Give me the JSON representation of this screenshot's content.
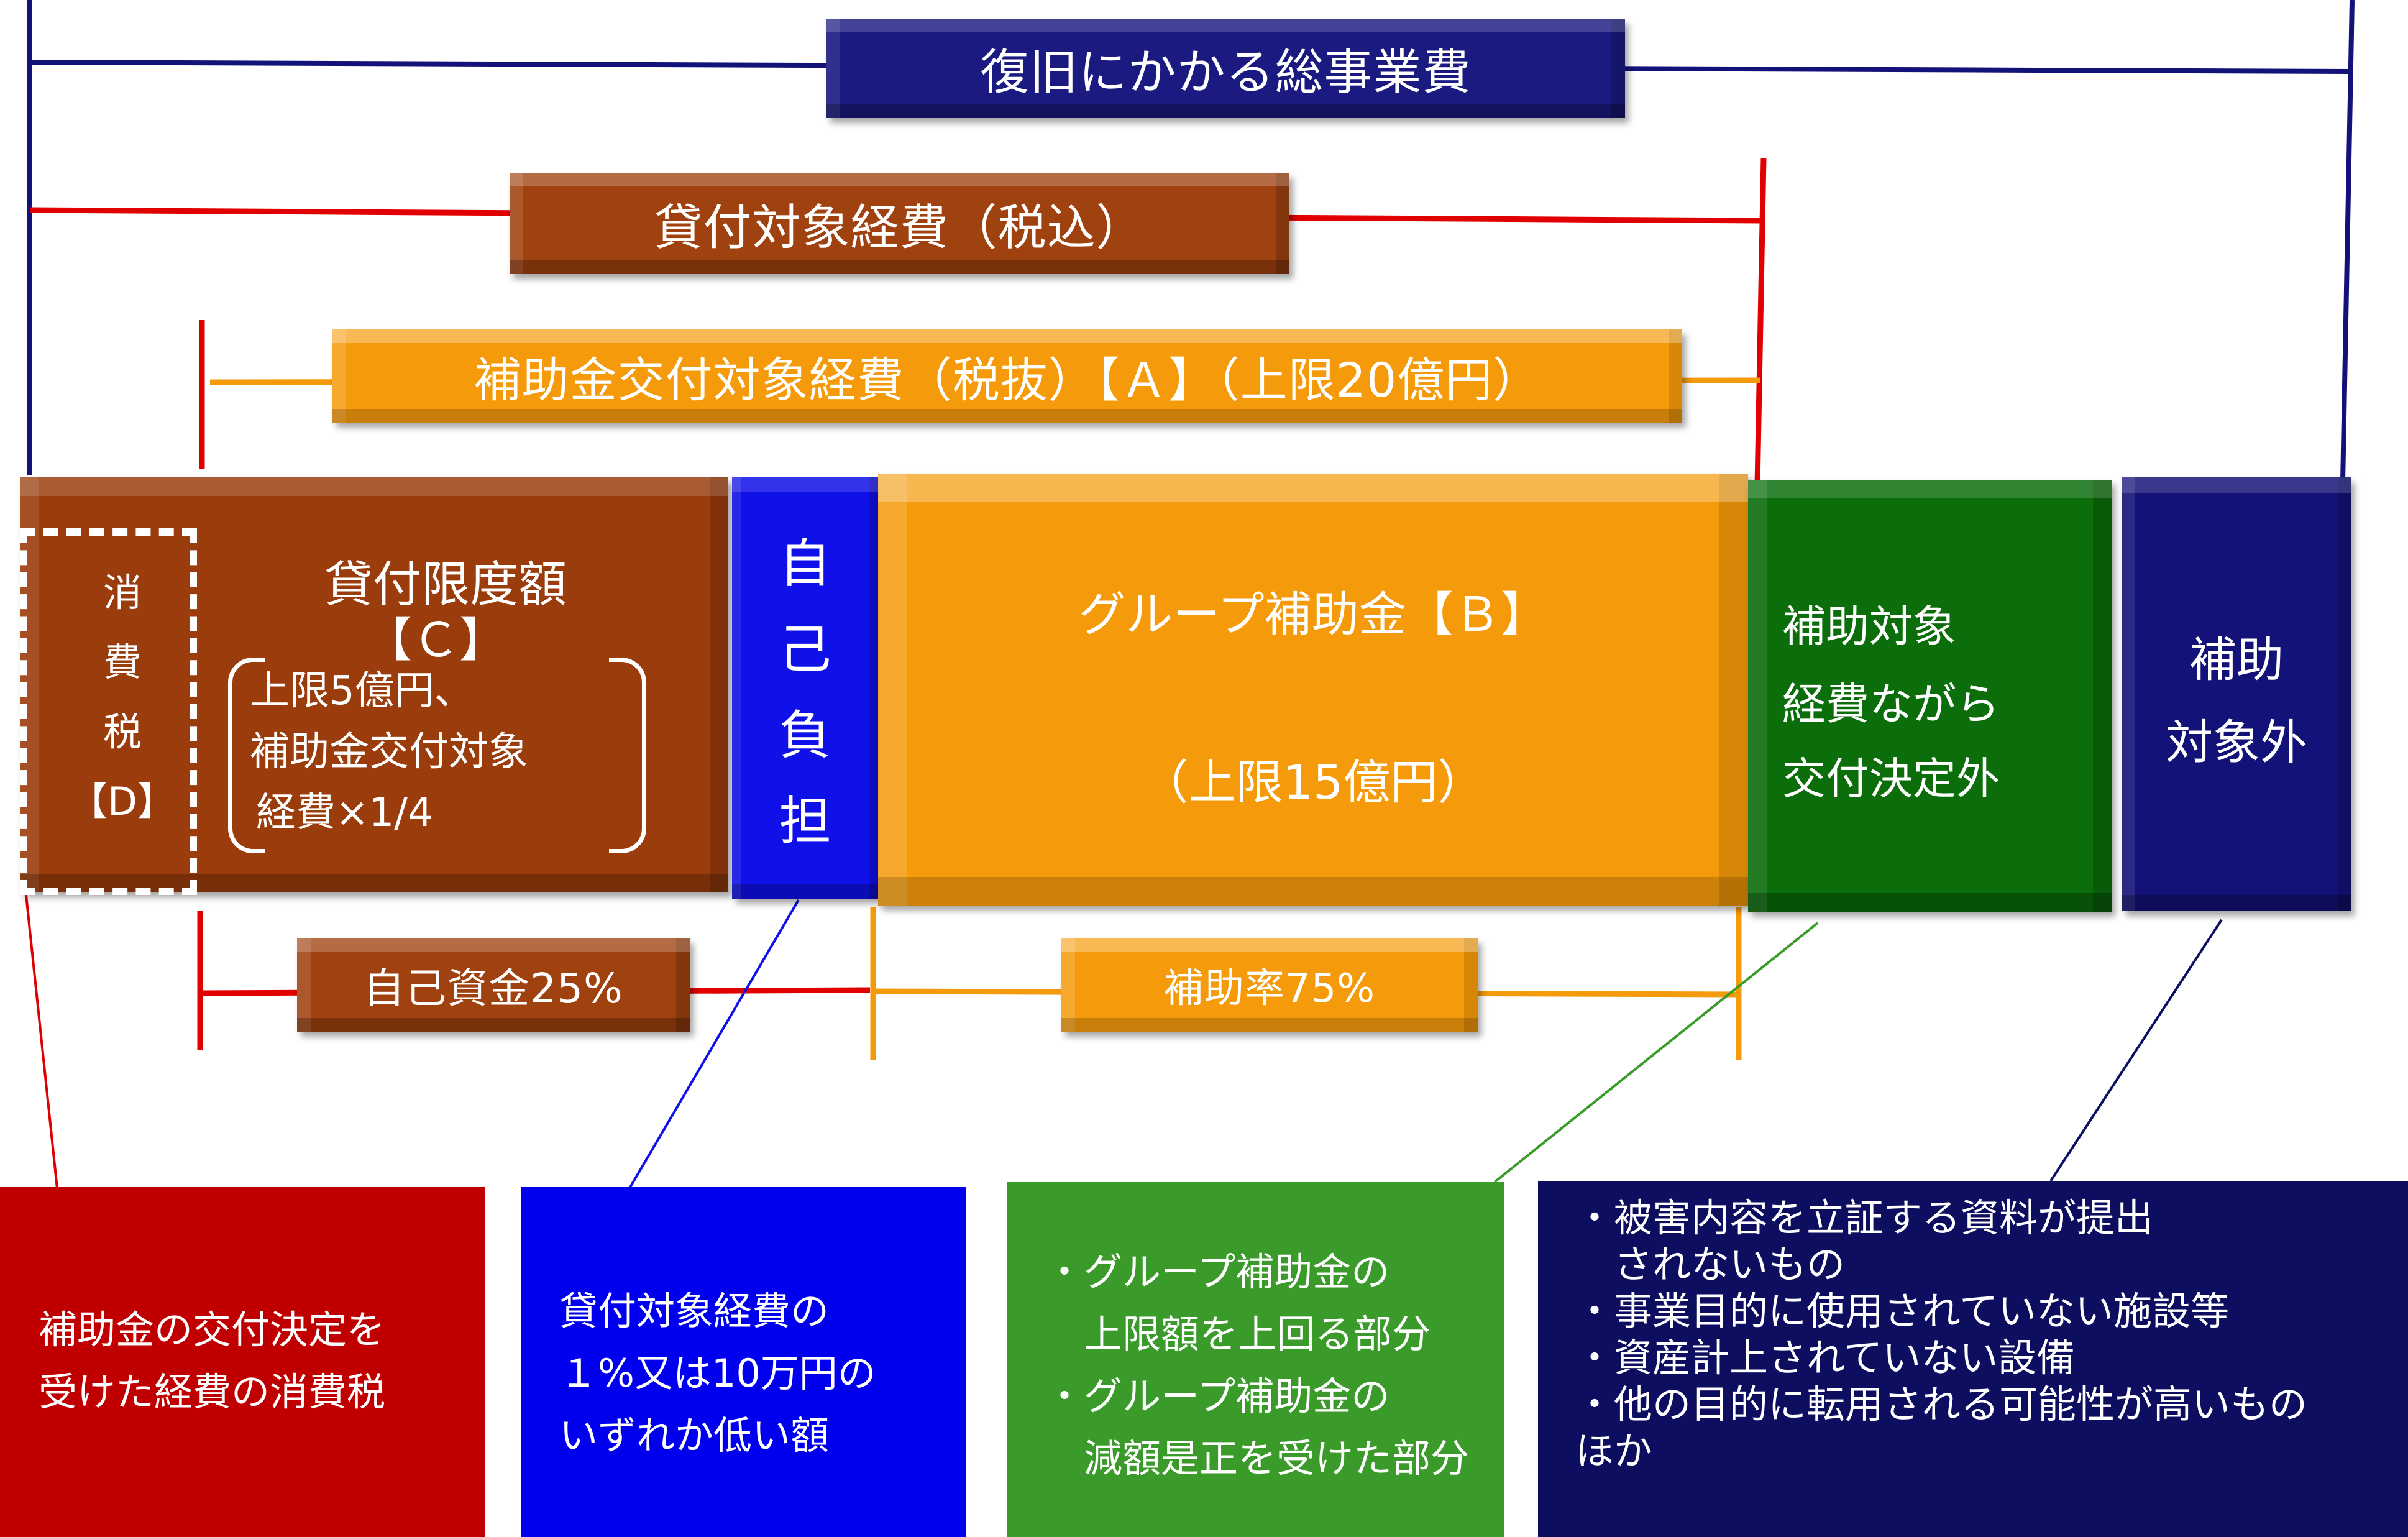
{
  "colors": {
    "navy": "#121278",
    "red": "#e00000",
    "orange": "#f59a0a",
    "rust": "#9a3c0c",
    "blue": "#1010e8",
    "green": "#0b6e0b",
    "note_red": "#c00000",
    "note_blue": "#0000ee",
    "note_green": "#3a9a2a",
    "note_navy": "#0e0e60"
  },
  "banners": {
    "total": "復旧にかかる総事業費",
    "loan_target": "貸付対象経費（税込）",
    "subsidy_target": "補助金交付対象経費（税抜）【Ａ】（上限20億円）",
    "own_funds": "自己資金25%",
    "subsidy_rate": "補助率75%"
  },
  "blocks": {
    "tax_chars": [
      "消",
      "費",
      "税",
      "【D】"
    ],
    "loan_limit_title": "貸付限度額",
    "loan_limit_code": "【Ｃ】",
    "loan_limit_lines": [
      "上限5億円、",
      "補助金交付対象",
      "経費×1/4"
    ],
    "self_chars": [
      "自",
      "己",
      "負",
      "担"
    ],
    "group_title": "グループ補助金【Ｂ】",
    "group_limit": "（上限15億円）",
    "excluded_lines": [
      "補助対象",
      "経費ながら",
      "交付決定外"
    ],
    "outside_lines": [
      "補助",
      "対象外"
    ]
  },
  "notes": {
    "red": [
      "補助金の交付決定を",
      "受けた経費の消費税"
    ],
    "blue": [
      "貸付対象経費の",
      "１%又は10万円の",
      "いずれか低い額"
    ],
    "green": [
      "・グループ補助金の",
      "　上限額を上回る部分",
      "・グループ補助金の",
      "　減額是正を受けた部分"
    ],
    "navy": [
      "・被害内容を立証する資料が提出",
      "　されないもの",
      "・事業目的に使用されていない施設等",
      "・資産計上されていない設備",
      "・他の目的に転用される可能性が高いもの",
      "ほか"
    ]
  }
}
